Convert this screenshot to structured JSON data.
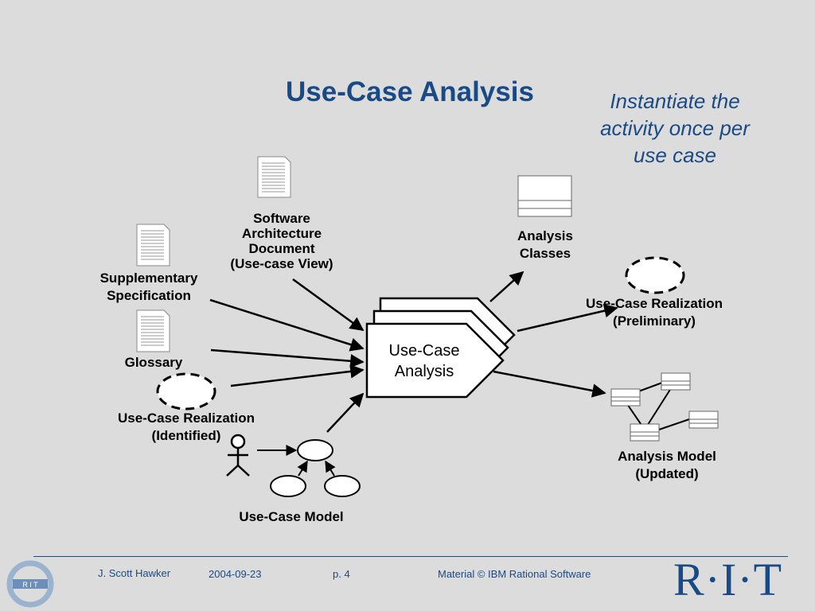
{
  "title": "Use-Case Analysis",
  "note": "Instantiate the activity once per use case",
  "activity": {
    "label_line1": "Use-Case",
    "label_line2": "Analysis"
  },
  "inputs": {
    "software_architecture_document": [
      "Software",
      "Architecture",
      "Document",
      "(Use-case View)"
    ],
    "supplementary_specification": [
      "Supplementary",
      "Specification"
    ],
    "glossary": "Glossary",
    "use_case_realization_identified": [
      "Use-Case Realization",
      "(Identified)"
    ],
    "use_case_model": "Use-Case Model"
  },
  "outputs": {
    "analysis_classes": [
      "Analysis",
      "Classes"
    ],
    "use_case_realization_preliminary": [
      "Use-Case Realization",
      "(Preliminary)"
    ],
    "analysis_model_updated": [
      "Analysis Model",
      "(Updated)"
    ]
  },
  "footer": {
    "author": "J. Scott Hawker",
    "date": "2004-09-23",
    "page": "p. 4",
    "copyright": "Material © IBM Rational Software",
    "logo_text": "R·I·T",
    "left_logo_text": "R I T"
  },
  "colors": {
    "title": "#1a4a86",
    "rule": "#1a4a86",
    "background": "#dcdcdc"
  }
}
